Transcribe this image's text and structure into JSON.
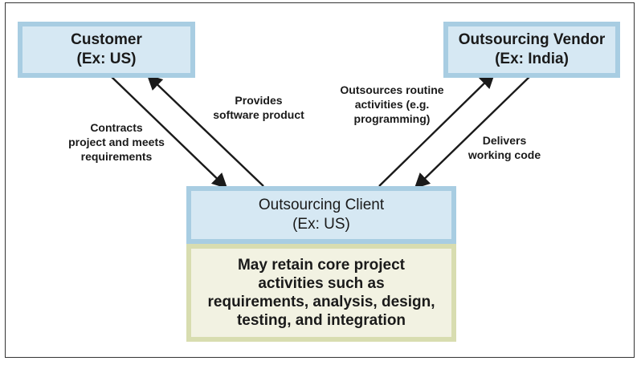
{
  "customer": {
    "title": "Customer",
    "sub": "(Ex: US)"
  },
  "vendor": {
    "title": "Outsourcing Vendor",
    "sub": "(Ex: India)"
  },
  "client": {
    "title": "Outsourcing Client",
    "sub": "(Ex: US)"
  },
  "note": {
    "lines": [
      "May retain core project",
      "activities such as",
      "requirements, analysis, design,",
      "testing, and integration"
    ]
  },
  "labels": {
    "contracts": [
      "Contracts",
      "project and meets",
      "requirements"
    ],
    "provides": [
      "Provides",
      "software product"
    ],
    "outsources": [
      "Outsources routine",
      "activities (e.g.",
      "programming)"
    ],
    "delivers": [
      "Delivers",
      "working code"
    ]
  },
  "colors": {
    "node_fill": "#d6e8f3",
    "node_border": "#a8cde2",
    "note_fill": "#f2f2e2",
    "note_border": "#d8ddb0",
    "arrow": "#1a1a1a"
  }
}
